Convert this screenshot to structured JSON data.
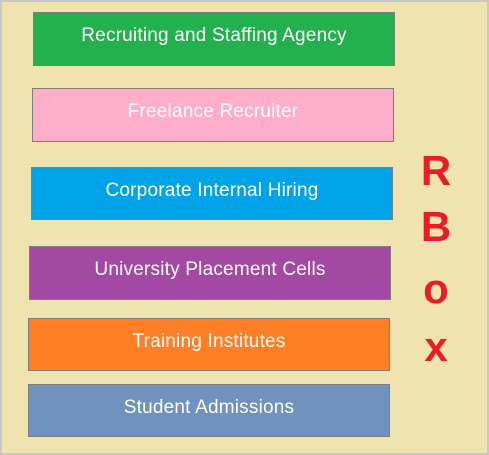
{
  "theme": {
    "background": "#efe4b0",
    "rbox_color": "#ed1c24"
  },
  "boxes": [
    {
      "label": "Recruiting and Staffing Agency",
      "color": "#22b14c"
    },
    {
      "label": "Freelance Recruiter",
      "color": "#ffaec9"
    },
    {
      "label": "Corporate Internal Hiring",
      "color": "#00a2e8"
    },
    {
      "label": "University Placement Cells",
      "color": "#a349a4"
    },
    {
      "label": "Training Institutes",
      "color": "#ff7f27"
    },
    {
      "label": "Student Admissions",
      "color": "#7092be"
    }
  ],
  "rbox": {
    "letters": [
      "R",
      "B",
      "o",
      "x"
    ]
  }
}
